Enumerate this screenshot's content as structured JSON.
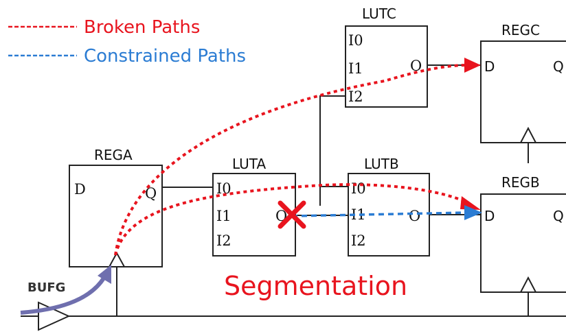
{
  "legend": {
    "broken_label": "Broken Paths",
    "constrained_label": "Constrained Paths",
    "broken_color": "#e8141e",
    "constrained_color": "#2b7cd3"
  },
  "annotation": {
    "segmentation": "Segmentation",
    "color": "#e8141e"
  },
  "buffer": {
    "label": "BUFG"
  },
  "registers": {
    "rega": {
      "name": "REGA",
      "d": "D",
      "q": "Q"
    },
    "regb": {
      "name": "REGB",
      "d": "D",
      "q": "Q"
    },
    "regc": {
      "name": "REGC",
      "d": "D",
      "q": "Q"
    }
  },
  "luts": {
    "luta": {
      "name": "LUTA",
      "i0": "I0",
      "i1": "I1",
      "i2": "I2",
      "o": "O"
    },
    "lutb": {
      "name": "LUTB",
      "i0": "I0",
      "i1": "I1",
      "i2": "I2",
      "o": "O"
    },
    "lutc": {
      "name": "LUTC",
      "i0": "I0",
      "i1": "I1",
      "i2": "I2",
      "o": "O"
    }
  },
  "icons": {
    "break_marker": "cross-mark-icon",
    "arrow": "arrowhead-icon",
    "clock_pin": "clock-triangle-icon",
    "buffer": "buffer-triangle-icon"
  }
}
